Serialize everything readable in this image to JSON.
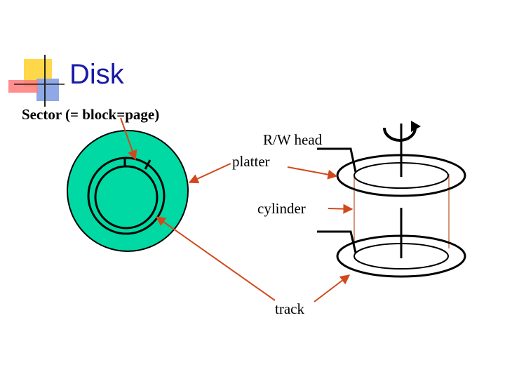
{
  "slide": {
    "title": "Disk"
  },
  "labels": {
    "sector": "Sector (= block=page)",
    "rw_head": "R/W head",
    "platter": "platter",
    "cylinder": "cylinder",
    "track": "track"
  },
  "colors": {
    "title": "#1a1aa6",
    "platter_fill": "#00d9a3",
    "arrow": "#d2481c",
    "logo_yellow": "#ffd84a",
    "logo_blue": "#8fa8e6",
    "logo_red": "#ff7a7a",
    "cylinder_line": "#c8734d"
  }
}
